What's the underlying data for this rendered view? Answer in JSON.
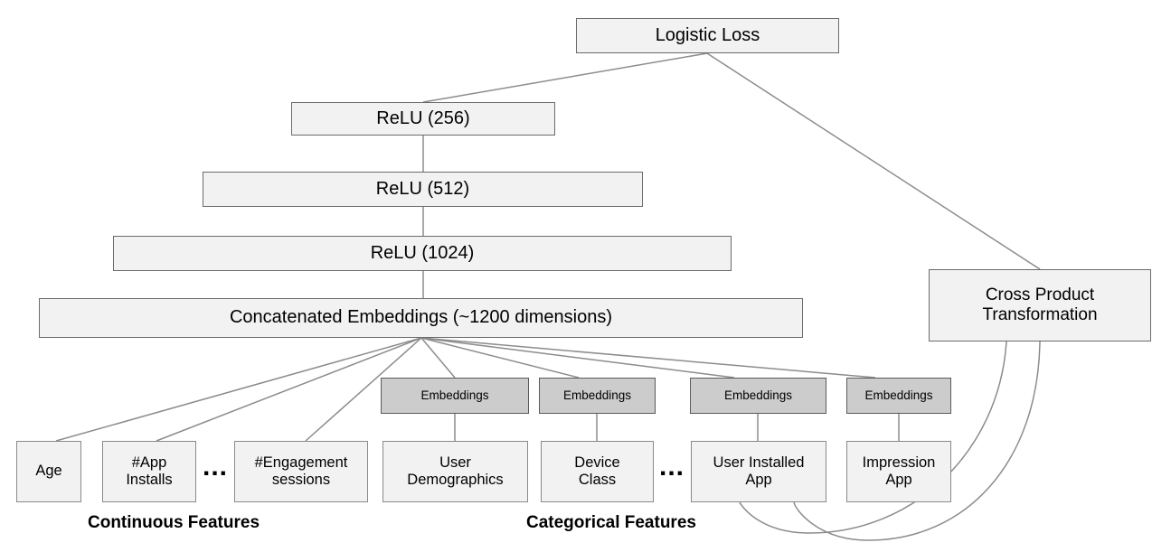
{
  "diagram": {
    "title_nodes": {
      "logistic_loss": "Logistic Loss",
      "relu_256": "ReLU (256)",
      "relu_512": "ReLU (512)",
      "relu_1024": "ReLU (1024)",
      "concat": "Concatenated Embeddings (~1200 dimensions)",
      "cross_product": "Cross Product\nTransformation",
      "cross_product_line1": "Cross Product",
      "cross_product_line2": "Transformation"
    },
    "embedding_label": "Embeddings",
    "embeddings": [
      {
        "label": "Embeddings"
      },
      {
        "label": "Embeddings"
      },
      {
        "label": "Embeddings"
      },
      {
        "label": "Embeddings"
      }
    ],
    "continuous_features": [
      {
        "line1": "Age",
        "line2": ""
      },
      {
        "line1": "#App",
        "line2": "Installs"
      },
      {
        "line1": "#Engagement",
        "line2": "sessions"
      }
    ],
    "categorical_features": [
      {
        "line1": "User",
        "line2": "Demographics"
      },
      {
        "line1": "Device",
        "line2": "Class"
      },
      {
        "line1": "User Installed",
        "line2": "App"
      },
      {
        "line1": "Impression",
        "line2": "App"
      }
    ],
    "ellipsis": "...",
    "group_labels": {
      "continuous": "Continuous Features",
      "categorical": "Categorical Features"
    },
    "colors": {
      "node_fill": "#f2f2f2",
      "embedding_fill": "#cccccc",
      "node_border": "#6b6b6b",
      "edge": "#8c8c8c",
      "text": "#000000",
      "background": "#ffffff"
    }
  }
}
